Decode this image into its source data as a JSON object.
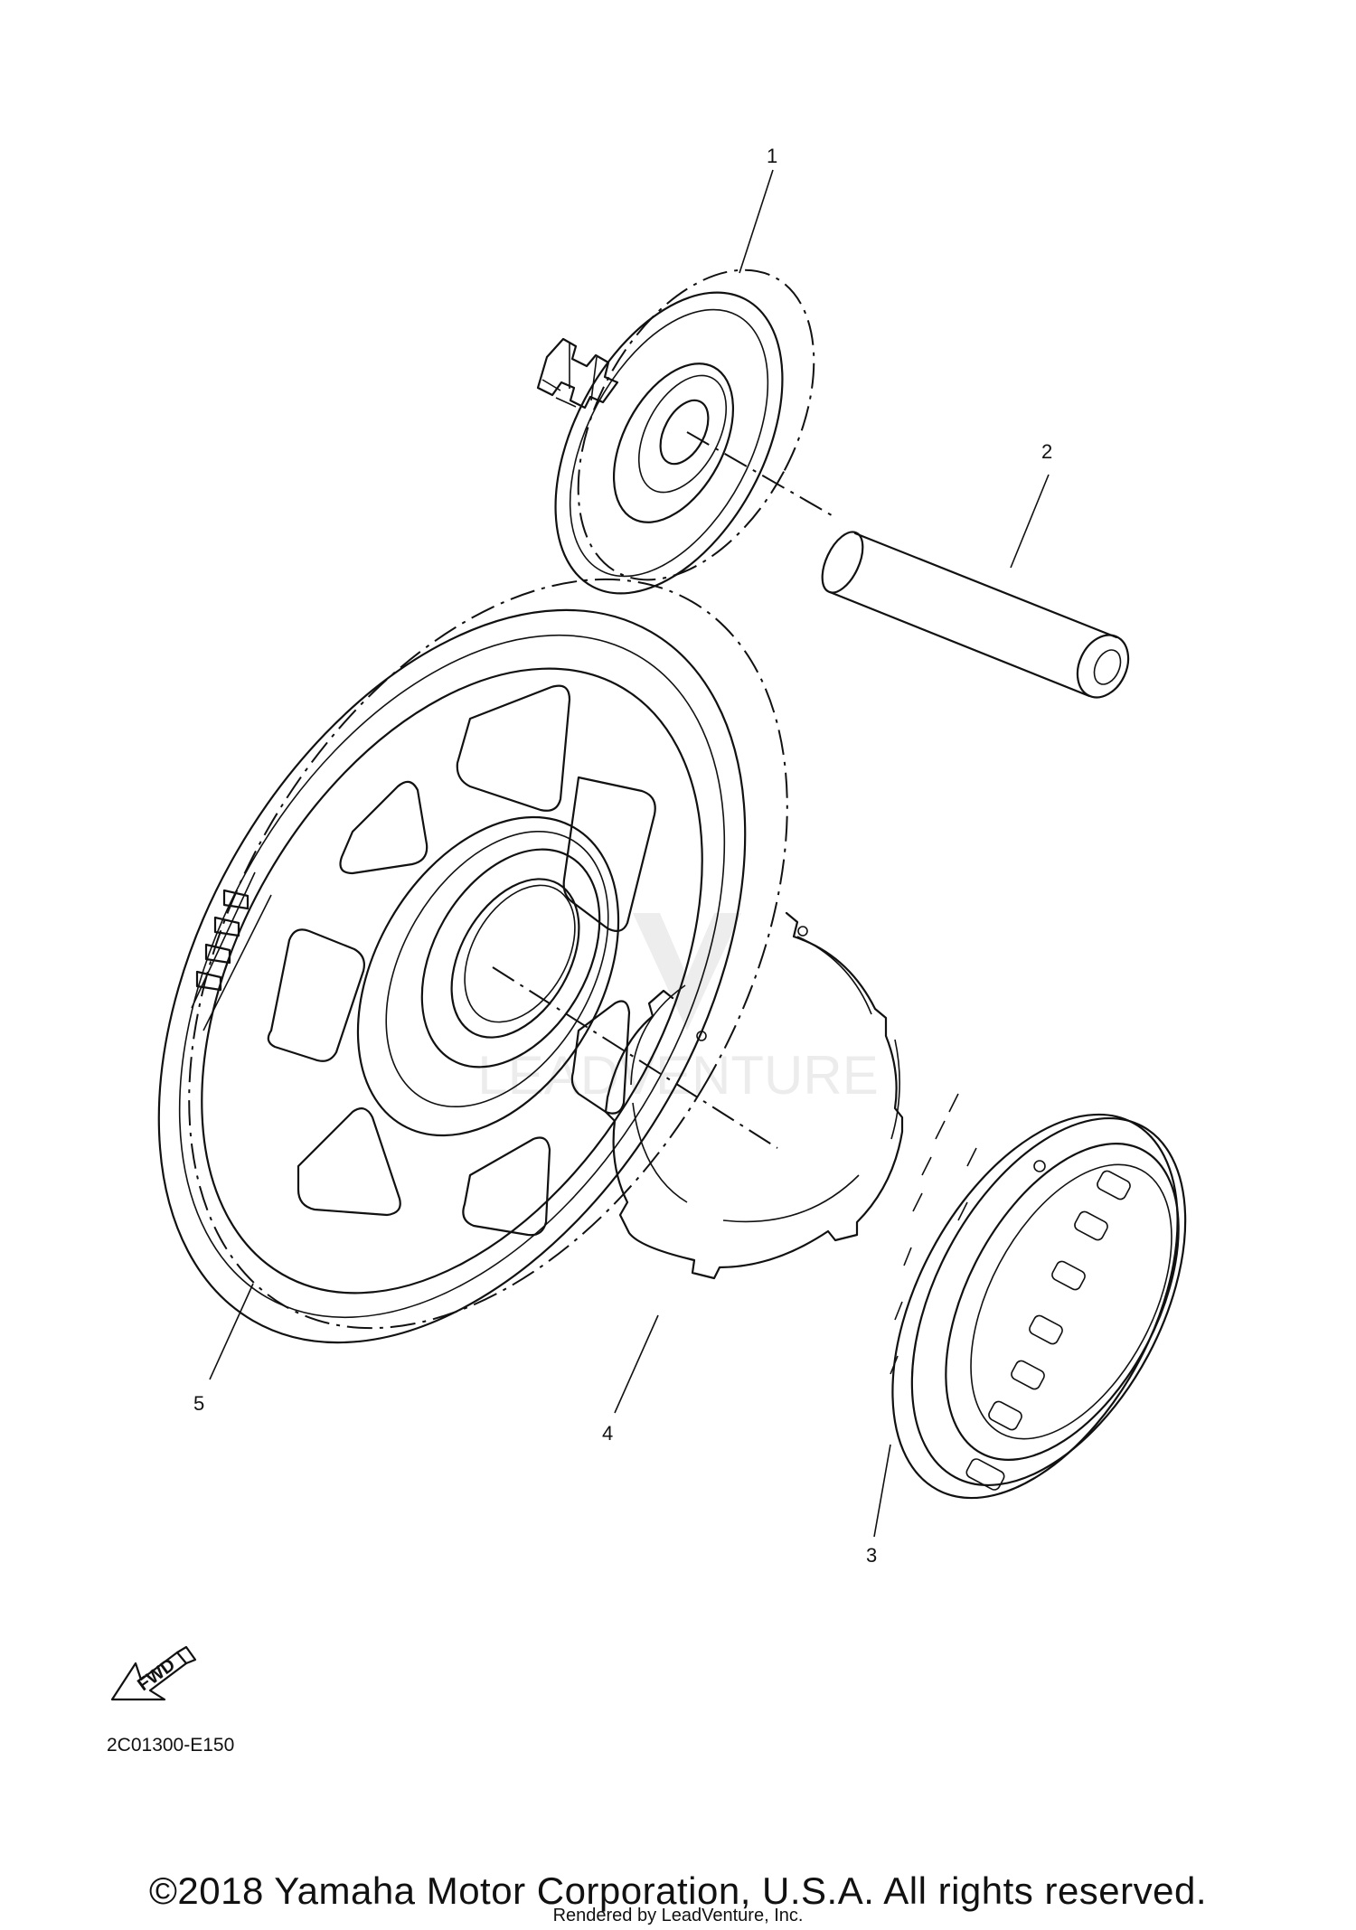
{
  "callouts": [
    {
      "id": "1",
      "label": "1"
    },
    {
      "id": "2",
      "label": "2"
    },
    {
      "id": "3",
      "label": "3"
    },
    {
      "id": "4",
      "label": "4"
    },
    {
      "id": "5",
      "label": "5"
    }
  ],
  "fwd_label": "FWD",
  "diagram_code": "2C01300-E150",
  "copyright": "©2018 Yamaha Motor Corporation, U.S.A. All rights reserved.",
  "render_credit": "Rendered by LeadVenture, Inc.",
  "watermark_text": "LEADVENTURE"
}
